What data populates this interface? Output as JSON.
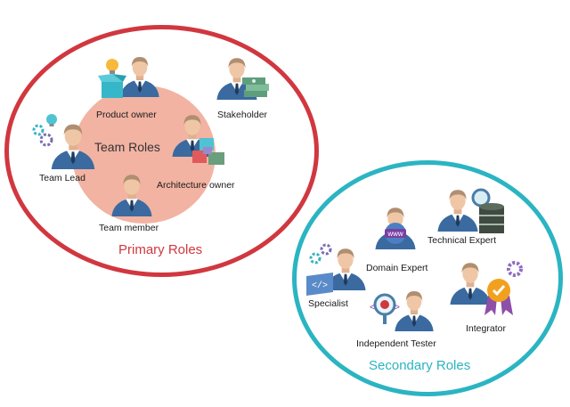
{
  "center": {
    "label": "Team Roles"
  },
  "groups": {
    "primary": {
      "title": "Primary Roles"
    },
    "secondary": {
      "title": "Secondary Roles"
    }
  },
  "roles": {
    "product_owner": "Product owner",
    "stakeholder": "Stakeholder",
    "team_lead": "Team Lead",
    "architecture_owner": "Architecture owner",
    "team_member": "Team member",
    "domain_expert": "Domain Expert",
    "technical_expert": "Technical Expert",
    "specialist": "Specialist",
    "integrator": "Integrator",
    "independent_tester": "Independent Tester"
  },
  "badges": {
    "www": "www"
  },
  "colors": {
    "primary_ring": "#d1373f",
    "secondary_ring": "#2bb4c2",
    "team_disc": "#f2b3a2",
    "suit": "#2f5d8f",
    "skin": "#f0c7a6",
    "hair_dark": "#a88a70",
    "hair_light": "#e0c196"
  }
}
